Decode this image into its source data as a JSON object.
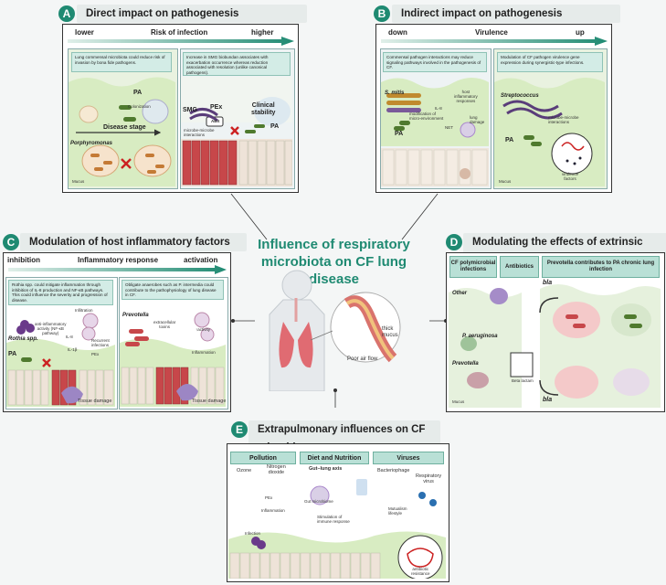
{
  "panel_a": {
    "letter": "A",
    "title": "Direct impact on pathogenesis",
    "scale": {
      "left": "lower",
      "center": "Risk of infection",
      "right": "higher"
    },
    "note_left": "Lung commensal microbiota could reduce risk of invasion by bona fide pathogens.",
    "note_right": "Increase in SMG biobundan associates with exacerbation occurrence whereas reduction associated with resolution (unlike canonical pathogens).",
    "labels": {
      "pa_left": "PA",
      "colonization": "Colonization",
      "disease_stage": "Disease stage",
      "porphyromonas": "Porphyromonas",
      "mucus": "Mucus",
      "pex": "PEx",
      "clinical": "Clinical\nstability",
      "abx": "ABX",
      "smg": "SMG",
      "pa_right": "PA",
      "microbe": "microbe-microbe\ninteractions"
    }
  },
  "panel_b": {
    "letter": "B",
    "title": "Indirect impact on pathogenesis",
    "scale": {
      "left": "down",
      "center": "Virulence",
      "right": "up"
    },
    "note_left": "Commensal pathogen interactions may reduce signaling pathways involved in the pathogenesis of CF.",
    "note_right": "Modulation of CF pathogen virulence gene expression during synergistic-type infections.",
    "labels": {
      "s_mitis": "S. mitis",
      "host": "host\ninflammatory\nresponses",
      "il8": "IL-8",
      "modification": "modification of\nmicro-environment",
      "lung": "lung\ndamage",
      "net": "NET",
      "pa": "PA",
      "streptococcus": "Streptococcus",
      "microbe": "microbe-microbe\ninteractions",
      "pa_right": "PA",
      "mucus": "Mucus",
      "virulence": "virulence\nfactors"
    }
  },
  "center": {
    "title": "Influence of respiratory microbiota on CF lung disease",
    "thick_mucus": "thick\nmucus",
    "poor_air": "Poor air flow"
  },
  "panel_c": {
    "letter": "C",
    "title": "Modulation of host inflammatory factors",
    "scale": {
      "left": "inhibition",
      "center": "Inflammatory response",
      "right": "activation"
    },
    "note_left": "Rothia spp. could mitigate inflammation through inhibition of IL-8 production and NF-κB pathways. This could influence the severity and progression of disease.",
    "note_right": "Obligate anaerobes such as P. intermedia could contribute to the pathophysiology of lung disease in CF.",
    "labels": {
      "rothia": "Rothia spp.",
      "anti": "anti-inflammatory\nactivity (NF-κB\npathway)",
      "infiltration": "Infiltration",
      "il8": "IL-8",
      "il1b": "IL-1β",
      "recurrent": "Recurrent\ninfections",
      "pex": "PEx",
      "pa": "PA",
      "tissue_left": "Tissue damage",
      "prevotella": "Prevotella",
      "toxins": "extracellular\ntoxins",
      "activity": "↑activity",
      "inflammation": "Inflammation",
      "tissue_right": "Tissue damage"
    }
  },
  "panel_d": {
    "letter": "D",
    "title": "Modulating the effects of extrinsic therapies",
    "headers": [
      "CF polymicrobial infections",
      "Antibiotics",
      "Prevotella contributes to PA chronic lung infection"
    ],
    "labels": {
      "other": "Other",
      "bla_top": "bla",
      "pa": "P. aeruginosa",
      "prevotella": "Prevotella",
      "beta": "Beta lactam",
      "mucus": "Mucus",
      "bla_bottom": "bla"
    }
  },
  "panel_e": {
    "letter": "E",
    "title": "Extrapulmonary influences on CF microbiota",
    "headers": [
      "Pollution",
      "Diet and Nutrition",
      "Viruses"
    ],
    "labels": {
      "ozone": "Ozone",
      "no2": "Nitrogen\ndioxide",
      "pex": "PEx",
      "inflammation": "Inflammation",
      "infection": "Infection",
      "gut_lung": "Gut–lung axis",
      "gut_micro": "Gut microbiome",
      "stimulation": "Stimulation of\nimmune response",
      "bacteriophage": "Bacteriophage",
      "resp_virus": "Respiratory\nvirus",
      "mutualism": "Mutualism\nlifestyle",
      "antibiotic": "antibiotic\nresistance"
    }
  },
  "colors": {
    "accent": "#1f8a72",
    "mucus": "#cfe7b8",
    "cell": "#e8e0d6",
    "red_cell": "#c7474a",
    "note": "#d3ece6"
  }
}
